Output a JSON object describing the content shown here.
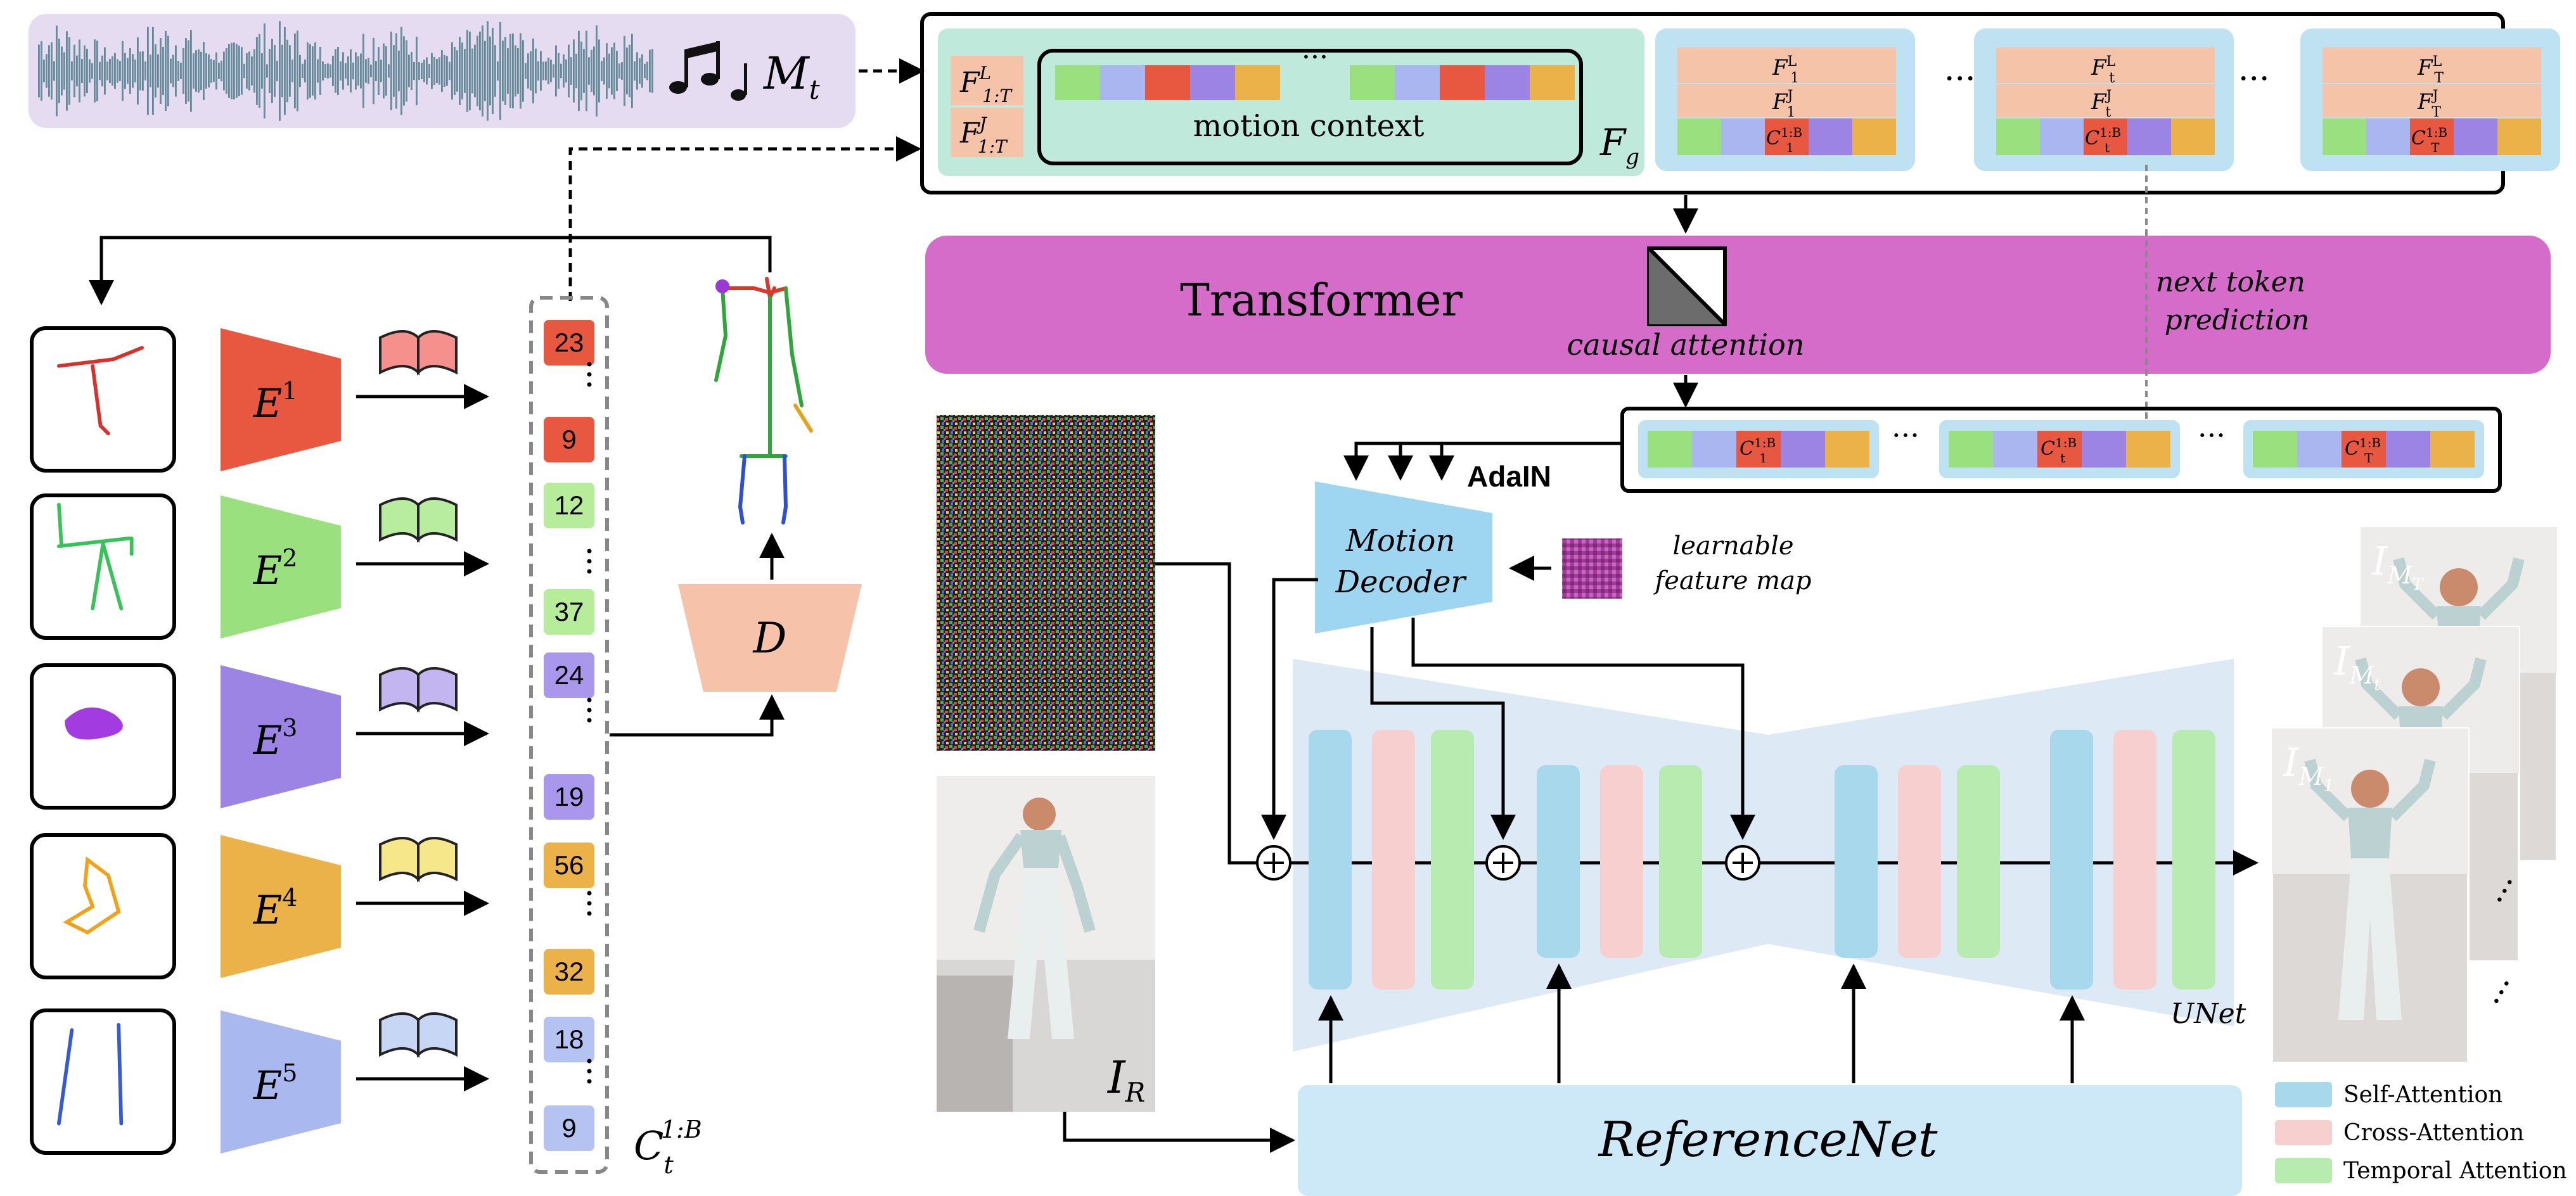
{
  "audio": {
    "label": "M",
    "sub": "t"
  },
  "global": {
    "label": "F",
    "sub": "g",
    "f_lt": {
      "base": "F",
      "sup": "L",
      "sub": "1:T"
    },
    "f_jt": {
      "base": "F",
      "sup": "J",
      "sub": "1:T"
    },
    "ellipsis": "···",
    "context_label": "motion context"
  },
  "frame_tokens": [
    {
      "L": "F",
      "L_sup": "L",
      "L_sub": "1",
      "J": "F",
      "J_sup": "J",
      "J_sub": "1",
      "C": "C",
      "C_sub": "1",
      "C_sup": "1:B"
    },
    {
      "L": "F",
      "L_sup": "L",
      "L_sub": "t",
      "J": "F",
      "J_sup": "J",
      "J_sub": "t",
      "C": "C",
      "C_sub": "t",
      "C_sup": "1:B"
    },
    {
      "L": "F",
      "L_sup": "L",
      "L_sub": "T",
      "J": "F",
      "J_sup": "J",
      "J_sub": "T",
      "C": "C",
      "C_sub": "T",
      "C_sup": "1:B"
    }
  ],
  "transformer": {
    "label": "Transformer",
    "causal": "causal attention",
    "next_token_1": "next token",
    "next_token_2": "prediction"
  },
  "output_tokens": [
    {
      "C": "C",
      "C_sub": "1",
      "C_sup": "1:B"
    },
    {
      "C": "C",
      "C_sub": "t",
      "C_sup": "1:B"
    },
    {
      "C": "C",
      "C_sub": "T",
      "C_sup": "1:B"
    }
  ],
  "encoders": [
    {
      "E": "E",
      "sup": "1",
      "color": "#e8573f"
    },
    {
      "E": "E",
      "sup": "2",
      "color": "#9be07f"
    },
    {
      "E": "E",
      "sup": "3",
      "color": "#9b84e3"
    },
    {
      "E": "E",
      "sup": "4",
      "color": "#ecb24a"
    },
    {
      "E": "E",
      "sup": "5",
      "color": "#a9b9ef"
    }
  ],
  "codes": [
    {
      "value": "23",
      "color": "#e8573f"
    },
    {
      "value": "9",
      "color": "#e8573f"
    },
    {
      "value": "12",
      "color": "#b6ec9a"
    },
    {
      "value": "37",
      "color": "#b6ec9a"
    },
    {
      "value": "24",
      "color": "#a897ea"
    },
    {
      "value": "19",
      "color": "#a897ea"
    },
    {
      "value": "56",
      "color": "#ecb24a"
    },
    {
      "value": "32",
      "color": "#ecb24a"
    },
    {
      "value": "18",
      "color": "#b4c3f1"
    },
    {
      "value": "9",
      "color": "#b4c3f1"
    }
  ],
  "code_stack": {
    "label": "C",
    "sub": "t",
    "sup": "1:B"
  },
  "decoder_d": "D",
  "motion_decoder": {
    "line1": "Motion",
    "line2": "Decoder",
    "adain": "AdaIN"
  },
  "feature_map": {
    "line1": "learnable",
    "line2": "feature map"
  },
  "reference_image": {
    "label": "I",
    "sub": "R"
  },
  "unet_label": "UNet",
  "referencenet": "ReferenceNet",
  "outputs": [
    {
      "label": "I",
      "sub": "M",
      "subsub": "T"
    },
    {
      "label": "I",
      "sub": "M",
      "subsub": "t"
    },
    {
      "label": "I",
      "sub": "M",
      "subsub": "1"
    }
  ],
  "legend": [
    {
      "label": "Self-Attention",
      "color": "#a8d8ec"
    },
    {
      "label": "Cross-Attention",
      "color": "#f8cfcf"
    },
    {
      "label": "Temporal Attention",
      "color": "#b8ebb0"
    }
  ],
  "colors": {
    "audio_bg": "#e6dcf1",
    "context_bg": "#bfeadb",
    "frame_bg": "#bfe2f3",
    "frame_rose": "#f5c3a8",
    "transformer": "#d56cc9",
    "motion_decoder": "#9ed5f0",
    "referencenet": "#cde8f6",
    "unet_bg": "#dde9f4",
    "d_block": "#f6c3aa",
    "feature_map": "#a23a9b"
  }
}
